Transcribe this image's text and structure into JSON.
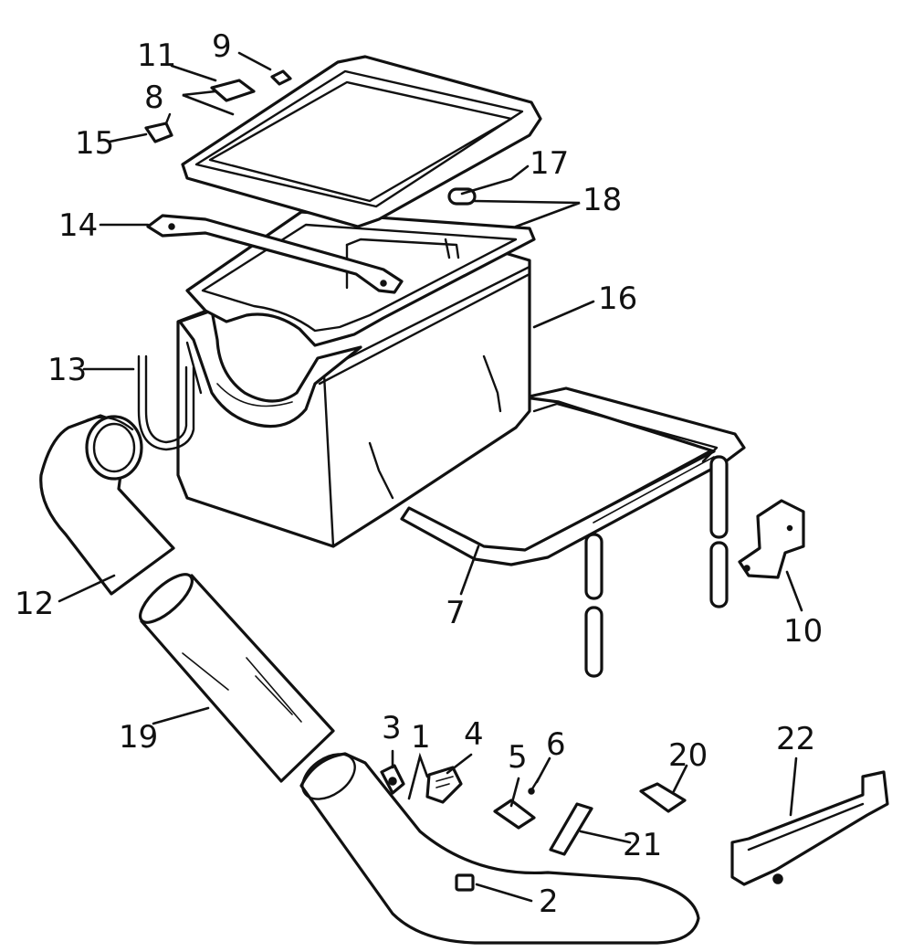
{
  "callouts": {
    "c1": "1",
    "c2": "2",
    "c3": "3",
    "c4": "4",
    "c5": "5",
    "c6": "6",
    "c7": "7",
    "c8": "8",
    "c9": "9",
    "c10": "10",
    "c11": "11",
    "c12": "12",
    "c13": "13",
    "c14": "14",
    "c15": "15",
    "c16": "16",
    "c17": "17",
    "c18": "18",
    "c19": "19",
    "c20": "20",
    "c21": "21",
    "c22": "22"
  },
  "colors": {
    "ink": "#111111",
    "paper": "#ffffff"
  }
}
